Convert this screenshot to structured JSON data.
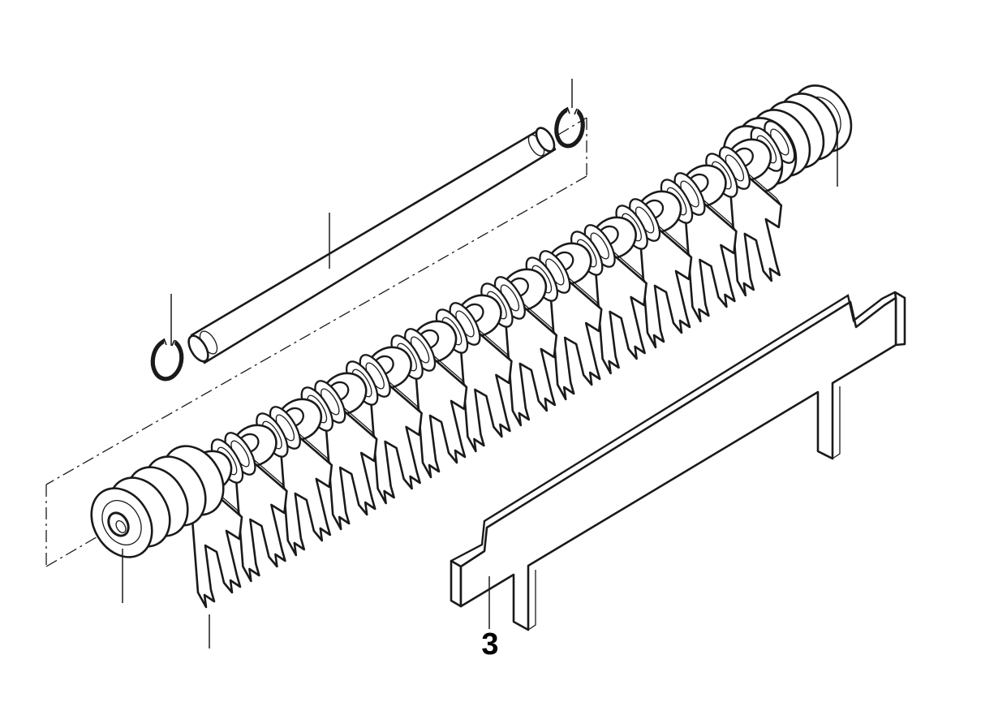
{
  "diagram": {
    "type": "exploded-parts-line-drawing",
    "background_color": "#ffffff",
    "line_color": "#1a1a1a",
    "parts": {
      "shaft": "pivot shaft",
      "retaining_ring_left": "retaining ring (circlip)",
      "retaining_ring_right": "retaining ring (circlip)",
      "spring_left": "coil spring end",
      "spring_right": "coil spring end",
      "tine_assembly": "fork tines with spacer discs",
      "tine_count": 13,
      "bar": "notched mounting bar"
    },
    "callouts": {
      "bar_label": "3"
    }
  }
}
